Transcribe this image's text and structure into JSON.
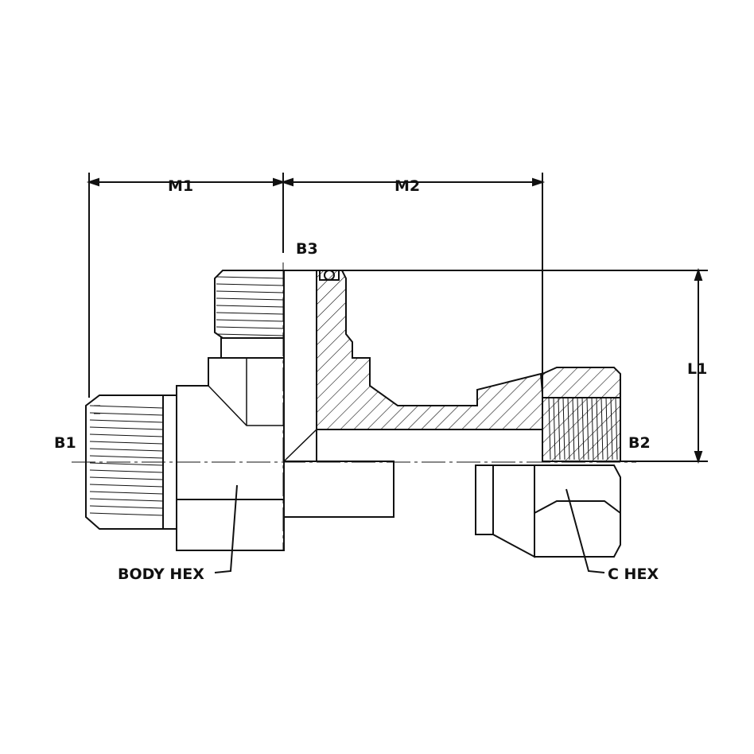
{
  "title": "Tee fitting dimensional drawing",
  "labels": {
    "m1": "M1",
    "m2": "M2",
    "b1": "B1",
    "b2": "B2",
    "b3": "B3",
    "l1": "L1",
    "body_hex": "BODY HEX",
    "c_hex": "C HEX"
  },
  "colors": {
    "line": "#111111",
    "background": "#ffffff"
  }
}
